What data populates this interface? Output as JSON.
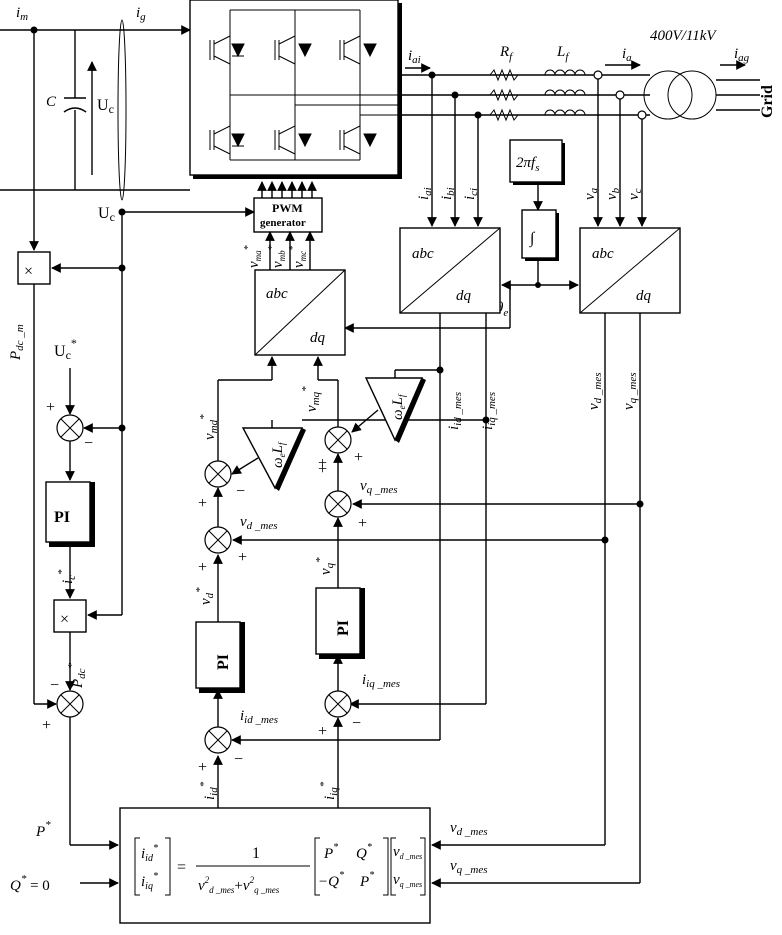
{
  "signals": {
    "i_m": "i",
    "i_m_sub": "m",
    "i_g": "i",
    "i_g_sub": "g",
    "C": "C",
    "Uc": "U",
    "Uc_sub": "c",
    "Uc_ref": "U",
    "Uc_ref_sup": "*",
    "P_dc_m": "P",
    "P_dc_m_sub": "dc _m",
    "i_c_star": "i",
    "i_c_sub": "c",
    "P_dc_star": "P",
    "P_dc_sub": "dc",
    "P_star": "P",
    "Q_eq": "Q",
    "Q_val": " = 0",
    "star": "*",
    "i_ai": "i",
    "i_ai_sub": "ai",
    "i_bi_sub": "bi",
    "i_ci_sub": "ci",
    "i_a": "i",
    "i_a_sub": "a",
    "i_ag_sub": "ag",
    "R_f": "R",
    "R_f_sub": "f",
    "L_f": "L",
    "L_f_sub": "f",
    "transformer": "400V/11kV",
    "grid": "Grid",
    "v_a": "v",
    "v_a_sub": "a",
    "v_b_sub": "b",
    "v_c_sub": "c",
    "two_pi_fs": "2πf",
    "fs_sub": "s",
    "integral": "∫",
    "theta_e": "θ",
    "theta_sub": "e",
    "v_ma_sub": "ma",
    "v_mb_sub": "mb",
    "v_mc_sub": "mc",
    "v_md_sub": "md",
    "v_mq_sub": "mq",
    "v_d_star_sub": "d",
    "v_q_star_sub": "q",
    "v_d_mes_sub": "d _mes",
    "v_q_mes_sub": "q _mes",
    "i_d_mes_sub": "id _mes",
    "i_q_mes_sub": "iq _mes",
    "i_id_sub": "id",
    "i_iq_sub": "iq",
    "omega_L": "ω",
    "omega_sub": "e",
    "plus": "+",
    "minus": "−"
  },
  "blocks": {
    "pwm_line1": "PWM",
    "pwm_line2": "generator",
    "abc": "abc",
    "dq": "dq",
    "pi": "PI",
    "mult": "×"
  },
  "equation": {
    "one": "1",
    "den": "v",
    "den_sub1": "d _mes",
    "den_plus": "+",
    "den_sub2": "q _mes",
    "sq": "2",
    "m11": "P",
    "m12": "Q",
    "m21": "−Q",
    "m22": "P",
    "eq": "="
  }
}
